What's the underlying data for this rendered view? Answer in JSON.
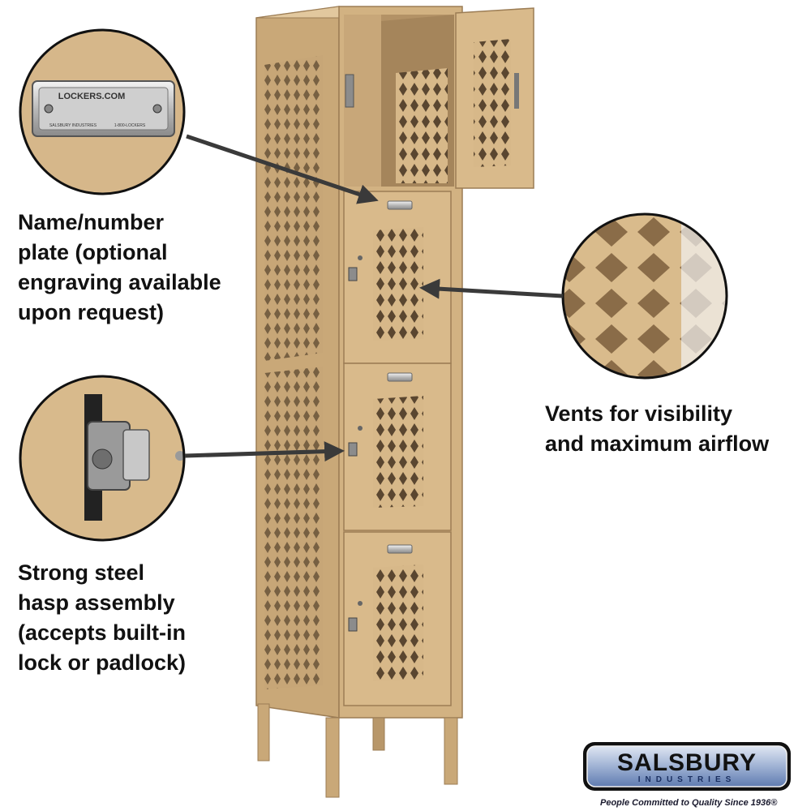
{
  "callouts": {
    "name_plate": {
      "lines": [
        "Name/number",
        "plate (optional",
        "engraving available",
        "upon request)"
      ],
      "plate_top": "LOCKERS.COM",
      "plate_bottom_left": "SALSBURY INDUSTRIES",
      "plate_bottom_right": "1-800-LOCKERS"
    },
    "hasp": {
      "lines": [
        "Strong steel",
        "hasp assembly",
        "(accepts built-in",
        "lock or padlock)"
      ]
    },
    "vents": {
      "lines": [
        "Vents for visibility",
        "and maximum airflow"
      ]
    }
  },
  "brand": {
    "name": "SALSBURY",
    "sub": "INDUSTRIES",
    "tagline": "People Committed to Quality Since 1936®"
  },
  "colors": {
    "locker_tan": "#d7b889",
    "locker_shadow": "#b8976a",
    "arrow": "#3a3a3a",
    "logo_blue": "#2a4a8c"
  }
}
